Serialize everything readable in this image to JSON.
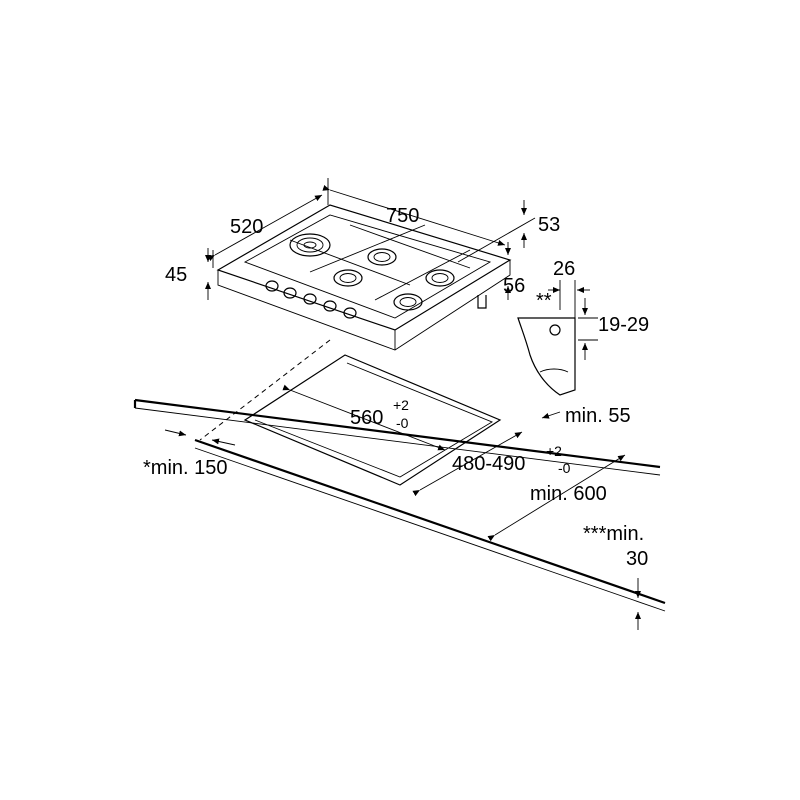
{
  "labels": {
    "width": "750",
    "depth": "520",
    "height": "45",
    "top_offset": "53",
    "side_offset": "56",
    "bracket_width": "26",
    "bracket_note": "**",
    "worktop_thickness_range": "19-29",
    "cutout_width": "560",
    "cutout_width_tol_plus": "+2",
    "cutout_width_tol_minus": "-0",
    "cutout_depth": "480-490",
    "cutout_depth_tol_plus": "+2",
    "cutout_depth_tol_minus": "-0",
    "min_back": "min. 55",
    "min_side": "*min. 150",
    "min_depth": "min. 600",
    "min_below_line1": "***min.",
    "min_below_line2": "30"
  }
}
